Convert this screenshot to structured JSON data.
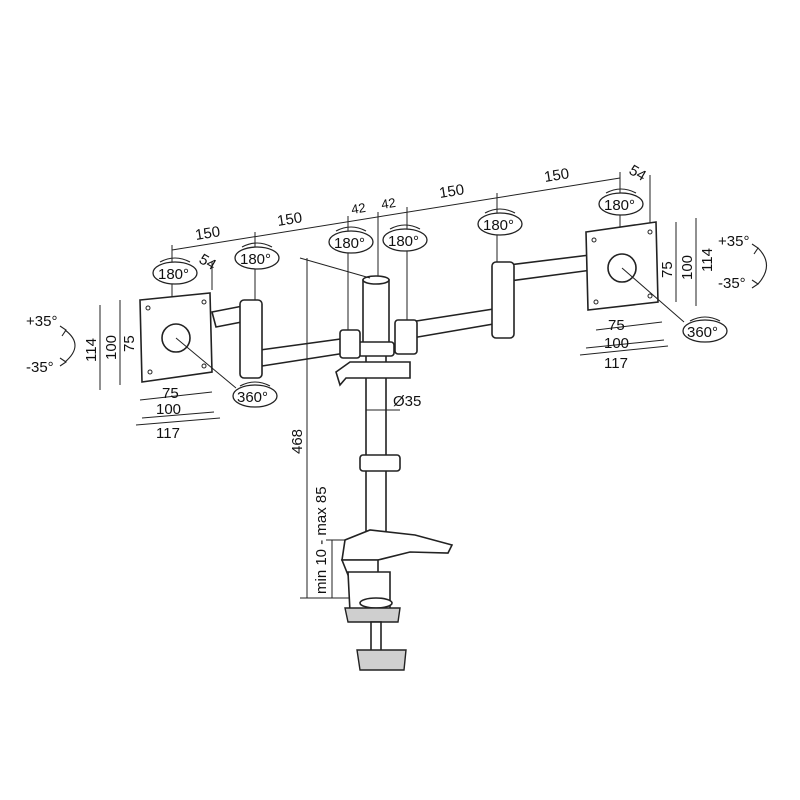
{
  "dimensions": {
    "top": [
      "150",
      "150",
      "42",
      "42",
      "150",
      "150"
    ],
    "offset": "54",
    "height": "468",
    "clamp_range": "min 10 - max 85",
    "pole_diameter": "Ø35",
    "vesa": [
      "75",
      "100",
      "114",
      "117"
    ]
  },
  "rotations": {
    "swivel": "180°",
    "rotate": "360°",
    "tilt_up": "+35°",
    "tilt_down": "-35°"
  }
}
